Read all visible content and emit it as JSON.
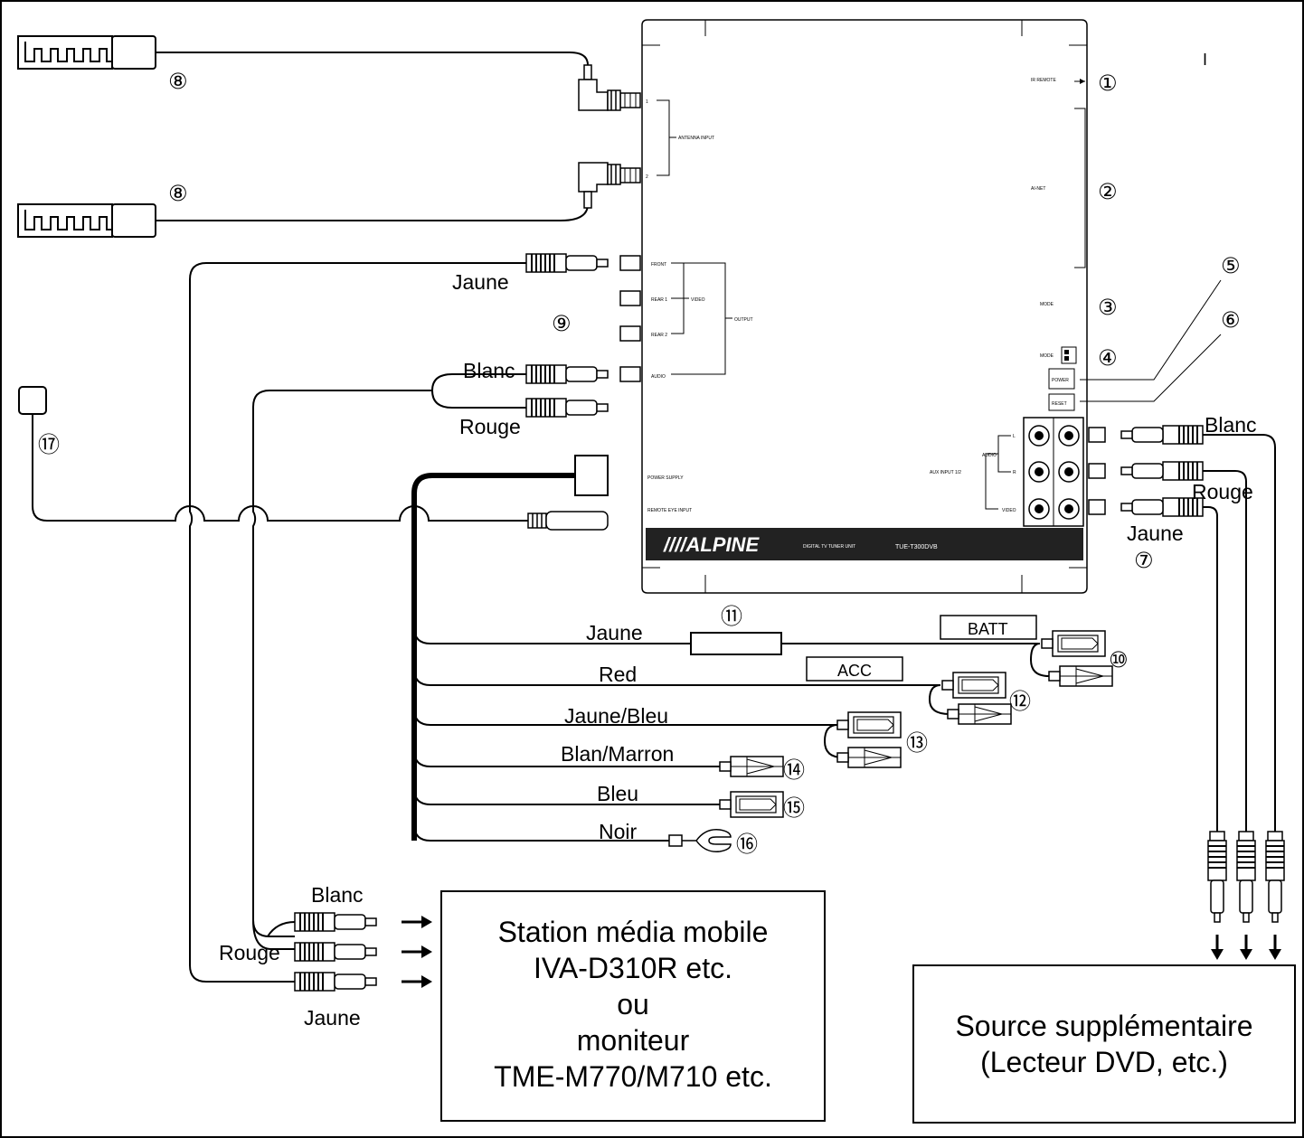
{
  "unit": {
    "brand": "////ALPINE",
    "model_desc": "DIGITAL TV TUNER UNIT",
    "model": "TUE-T300DVB",
    "ports": {
      "ir_remote": "IR REMOTE",
      "ai_net": "AI-NET",
      "mode": "MODE",
      "switch": "MODE",
      "power": "POWER",
      "reset": "RESET",
      "antenna_input": "ANTENNA INPUT",
      "ant_1": "1",
      "ant_2": "2",
      "front": "FRONT",
      "rear_1": "REAR 1",
      "rear_2": "REAR 2",
      "video": "VIDEO",
      "output": "OUTPUT",
      "audio": "AUDIO",
      "power_supply": "POWER SUPPLY",
      "remote_eye": "REMOTE EYE INPUT",
      "aux_input": "AUX INPUT 1/2",
      "aux_audio": "AUDIO",
      "aux_l": "L",
      "aux_r": "R",
      "aux_video": "VIDEO"
    }
  },
  "numbers": {
    "n1": "①",
    "n2": "②",
    "n3": "③",
    "n4": "④",
    "n5": "⑤",
    "n6": "⑥",
    "n7": "⑦",
    "n8a": "⑧",
    "n8b": "⑧",
    "n9": "⑨",
    "n10": "⑩",
    "n11": "⑪",
    "n12": "⑫",
    "n13": "⑬",
    "n14": "⑭",
    "n15": "⑮",
    "n16": "⑯",
    "n17": "⑰"
  },
  "labels": {
    "jaune_out": "Jaune",
    "blanc_out": "Blanc",
    "rouge_out": "Rouge",
    "blanc_aux": "Blanc",
    "rouge_aux": "Rouge",
    "jaune_aux": "Jaune",
    "wire_jaune": "Jaune",
    "wire_red": "Red",
    "wire_jaune_bleu": "Jaune/Bleu",
    "wire_blan_marron": "Blan/Marron",
    "wire_bleu": "Bleu",
    "wire_noir": "Noir",
    "batt": "BATT",
    "acc": "ACC",
    "bl_blanc": "Blanc",
    "bl_rouge": "Rouge",
    "bl_jaune": "Jaune",
    "tick": "I"
  },
  "boxes": {
    "station": [
      "Station média mobile",
      "IVA-D310R etc.",
      "ou",
      "moniteur",
      "TME-M770/M710 etc."
    ],
    "source": [
      "Source supplémentaire",
      "(Lecteur DVD, etc.)"
    ]
  }
}
